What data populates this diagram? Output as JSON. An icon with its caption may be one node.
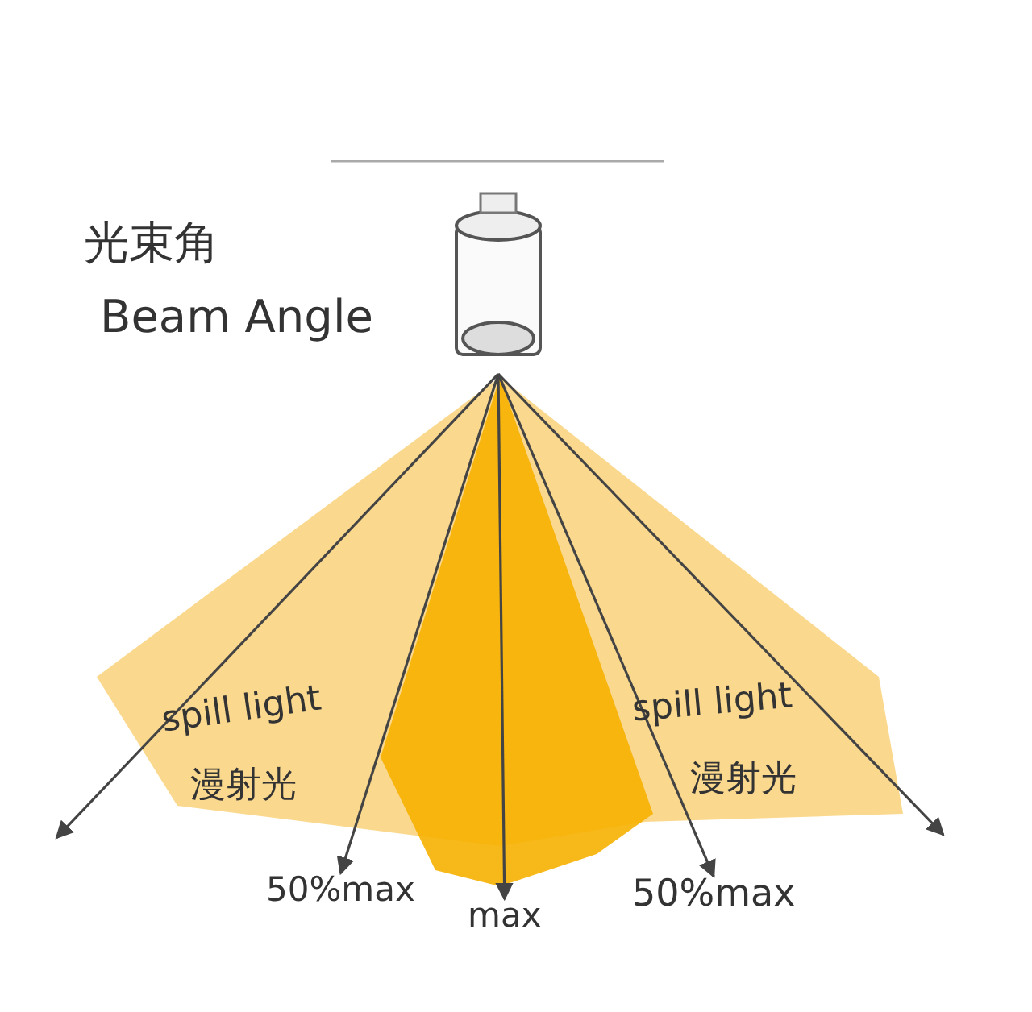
{
  "diagram": {
    "nodes": [
      {
        "text": [],
        "shape": "picture"
      },
      {
        "text": [
          "50%max"
        ]
      },
      {
        "text": [
          "max"
        ]
      },
      {
        "text": [
          "50%max"
        ]
      }
    ],
    "edges": [
      {
        "from": 0,
        "to": null,
        "arrow": "to"
      },
      {
        "from": 0,
        "to": 1,
        "arrow": "to"
      },
      {
        "from": 0,
        "to": 2,
        "arrow": "to"
      },
      {
        "from": 0,
        "to": 3,
        "arrow": "to"
      },
      {
        "from": 0,
        "to": null,
        "arrow": "to"
      }
    ],
    "labels": [
      "光束角",
      "Beam Angle",
      "spill light",
      "漫射光",
      "spill light",
      "漫射光"
    ]
  }
}
